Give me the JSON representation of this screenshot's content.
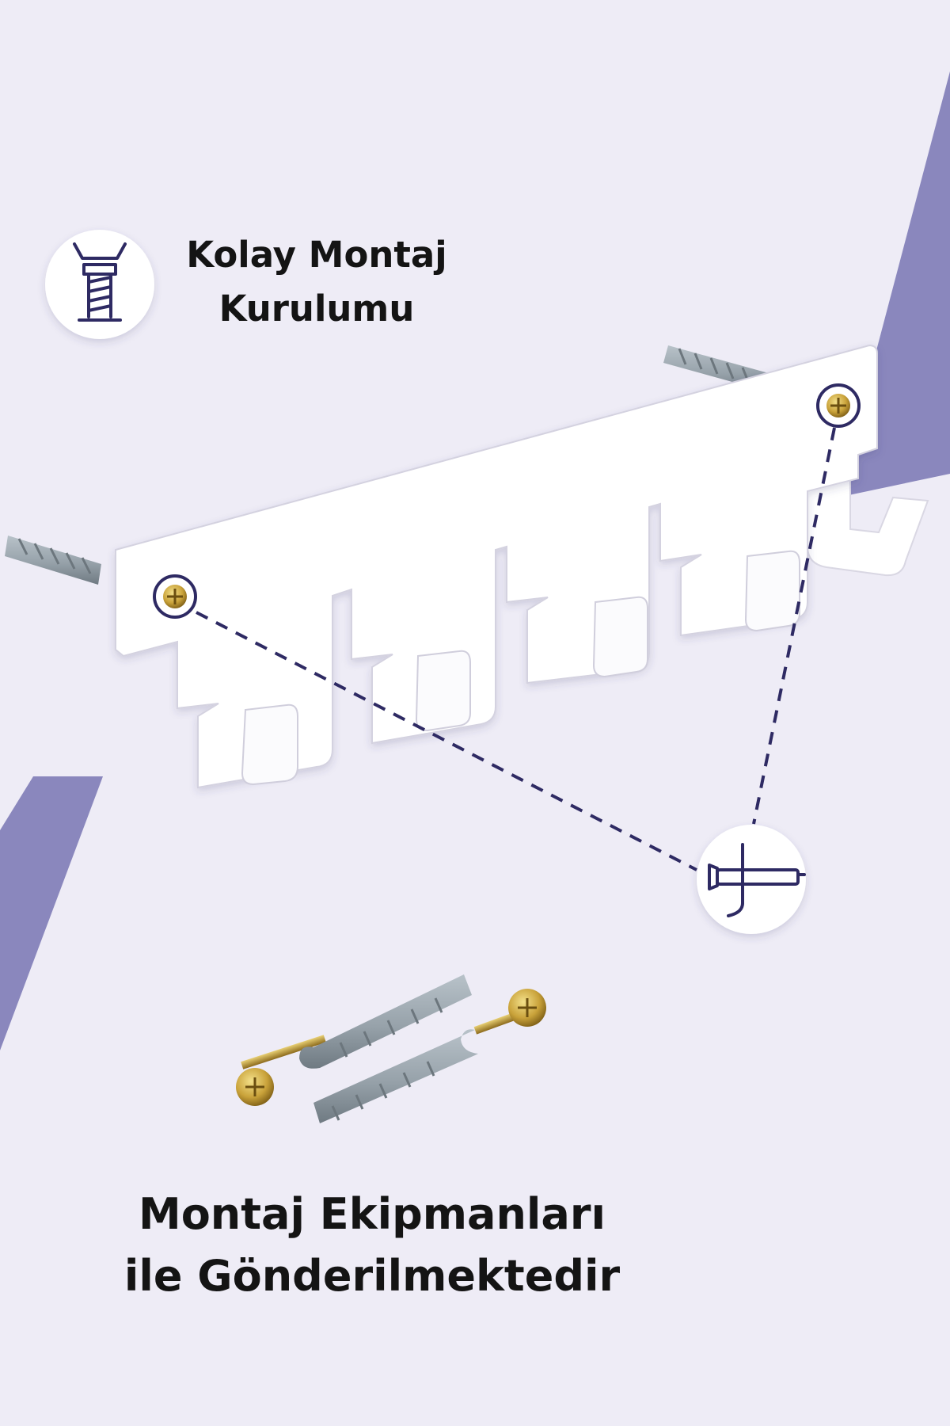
{
  "heading_top": {
    "line1": "Kolay Montaj",
    "line2": "Kurulumu"
  },
  "heading_bottom": {
    "line1": "Montaj Ekipmanları",
    "line2": "ile Gönderilmektedir"
  },
  "icons": {
    "screw_badge": "screw-icon",
    "anchor_badge": "wall-anchor-icon"
  },
  "colors": {
    "background": "#eeecf6",
    "accent_stripe": "#8a87bd",
    "icon_stroke": "#2e2a63",
    "rack": "#ffffff",
    "anchor_plug": "#9aa5ad",
    "screw_head": "#c9a23a"
  }
}
